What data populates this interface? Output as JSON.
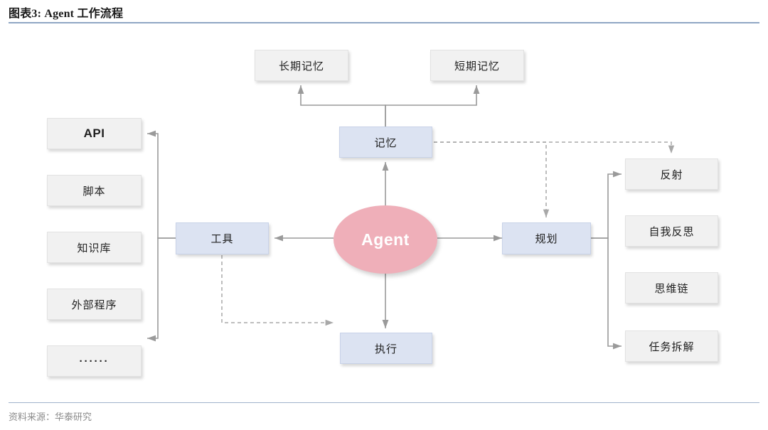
{
  "header": {
    "title": "图表3:  Agent 工作流程",
    "rule_color": "#8fa6c4"
  },
  "footer": {
    "source": "资料来源：华泰研究"
  },
  "theme": {
    "gray_node_fill": "#f1f1f1",
    "blue_node_fill": "#dce3f2",
    "agent_fill": "#efafb9",
    "agent_text": "#ffffff",
    "connector_color": "#9a9a9a",
    "dashed_color": "#a8a8a8"
  },
  "diagram": {
    "type": "flowchart",
    "center": {
      "label": "Agent",
      "shape": "ellipse",
      "fill": "#efafb9"
    },
    "core_nodes": [
      {
        "id": "memory",
        "label": "记忆",
        "style": "blue"
      },
      {
        "id": "tools",
        "label": "工具",
        "style": "blue"
      },
      {
        "id": "planning",
        "label": "规划",
        "style": "blue"
      },
      {
        "id": "execution",
        "label": "执行",
        "style": "blue"
      }
    ],
    "memory_children": [
      {
        "id": "long-term-memory",
        "label": "长期记忆",
        "style": "gray"
      },
      {
        "id": "short-term-memory",
        "label": "短期记忆",
        "style": "gray"
      }
    ],
    "tool_children": [
      {
        "id": "api",
        "label": "API",
        "style": "gray",
        "emphasis": "bold-latin"
      },
      {
        "id": "script",
        "label": "脚本",
        "style": "gray"
      },
      {
        "id": "knowledge-base",
        "label": "知识库",
        "style": "gray"
      },
      {
        "id": "external-program",
        "label": "外部程序",
        "style": "gray"
      },
      {
        "id": "ellipsis",
        "label": "······",
        "style": "gray",
        "emphasis": "dots"
      }
    ],
    "planning_children": [
      {
        "id": "reflection",
        "label": "反射",
        "style": "gray"
      },
      {
        "id": "self-reflection",
        "label": "自我反思",
        "style": "gray"
      },
      {
        "id": "chain-of-thought",
        "label": "思维链",
        "style": "gray"
      },
      {
        "id": "task-decomposition",
        "label": "任务拆解",
        "style": "gray"
      }
    ],
    "edges": [
      {
        "from": "agent",
        "to": "memory",
        "style": "solid",
        "direction": "up"
      },
      {
        "from": "memory",
        "to": "long-term-memory",
        "style": "solid",
        "direction": "up"
      },
      {
        "from": "memory",
        "to": "short-term-memory",
        "style": "solid",
        "direction": "up"
      },
      {
        "from": "agent",
        "to": "tools",
        "style": "solid",
        "direction": "left"
      },
      {
        "from": "tools",
        "to": "api",
        "style": "solid",
        "direction": "left"
      },
      {
        "from": "tools",
        "to": "ellipsis",
        "style": "solid",
        "direction": "left"
      },
      {
        "from": "agent",
        "to": "planning",
        "style": "solid",
        "direction": "right"
      },
      {
        "from": "planning",
        "to": "reflection",
        "style": "solid",
        "direction": "right"
      },
      {
        "from": "planning",
        "to": "task-decomposition",
        "style": "solid",
        "direction": "right"
      },
      {
        "from": "agent",
        "to": "execution",
        "style": "solid",
        "direction": "down"
      },
      {
        "from": "memory",
        "to": "planning",
        "style": "dashed",
        "direction": "down"
      },
      {
        "from": "memory",
        "to": "reflection",
        "style": "dashed",
        "direction": "down"
      },
      {
        "from": "tools",
        "to": "execution",
        "style": "dashed",
        "direction": "right"
      }
    ]
  }
}
